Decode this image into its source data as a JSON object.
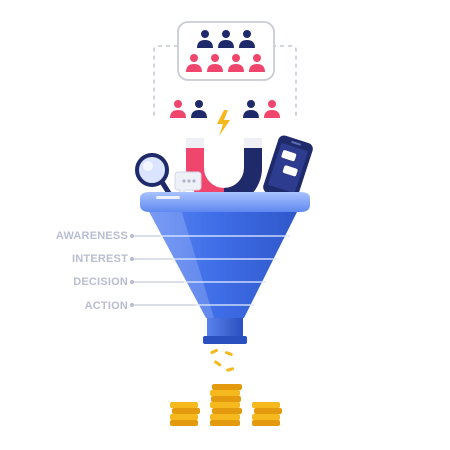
{
  "funnel": {
    "stages": [
      {
        "label": "AWARENESS"
      },
      {
        "label": "INTEREST"
      },
      {
        "label": "DECISION"
      },
      {
        "label": "ACTION"
      }
    ]
  },
  "colors": {
    "navy": "#1f2a6b",
    "pink": "#f0456c",
    "funnel_blue": "#3f6ee8",
    "funnel_light": "#8fb0ff",
    "gold": "#f6b91d",
    "gold_dark": "#e39a0e",
    "label_gray": "#b9bdd2",
    "dash_gray": "#c4c8d4"
  },
  "icons": [
    "audience-group-icon",
    "person-icon",
    "magnet-icon",
    "lightning-icon",
    "magnifier-icon",
    "chat-bubble-icon",
    "smartphone-icon",
    "coin-stack-icon"
  ]
}
